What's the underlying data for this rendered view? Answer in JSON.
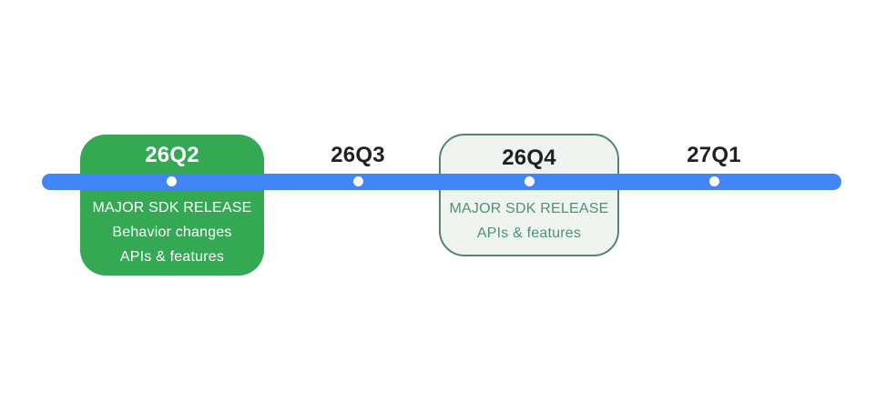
{
  "timeline": {
    "milestones": [
      {
        "label": "26Q2",
        "type": "major-release-highlighted",
        "details": [
          "MAJOR SDK RELEASE",
          "Behavior changes",
          "APIs & features"
        ]
      },
      {
        "label": "26Q3",
        "type": "plain"
      },
      {
        "label": "26Q4",
        "type": "major-release-outlined",
        "details": [
          "MAJOR SDK RELEASE",
          "APIs & features"
        ]
      },
      {
        "label": "27Q1",
        "type": "plain"
      }
    ],
    "colors": {
      "line": "#4285F4",
      "dot": "#FFFFFF",
      "filled_card_bg": "#34A853",
      "filled_card_text": "#FFFFFF",
      "outline_card_bg": "#EFF4F0",
      "outline_card_border": "#57836C",
      "outline_card_text": "#4D9277",
      "label_text": "#202124"
    }
  }
}
